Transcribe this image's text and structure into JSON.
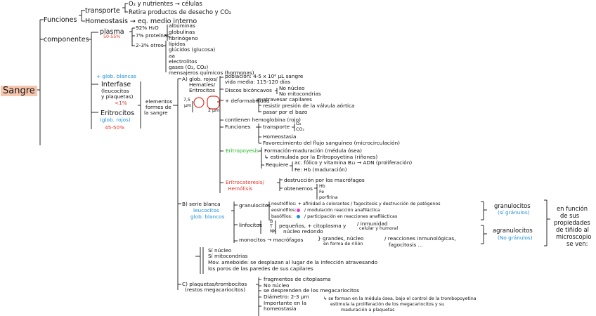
{
  "root": {
    "label": "Sangre"
  },
  "functions": {
    "label": "Funciones",
    "transporte": "transporte",
    "o2": "O₂ y nutrientes → células",
    "co2": "Retira productos de desecho y CO₂",
    "homeostasis": "Homeostasis → eq. medio interno"
  },
  "components": {
    "label": "componentes",
    "plasma": {
      "label": "plasma",
      "percent": "50-55%",
      "water": "92% H₂O",
      "proteins": "7% proteínas",
      "albumin": "albúminas",
      "globulins": "globulinas",
      "fibrinogen": "fibrinógeno",
      "others_pct": "2-3% otros",
      "lipids": "lípidos",
      "glucids": "glúcidos (glucosa)",
      "aa": "aa",
      "electrolytes": "electrolitos",
      "gases": "gases (O₂, CO₂)",
      "messengers": "mensajeros químicos (hormonas)"
    },
    "interface": {
      "glob_blancas": "+ glob. blancas",
      "label": "Interfase",
      "sub1": "(leucocitos",
      "sub2": "y plaquetas)",
      "pct": "<1%"
    },
    "erythrocytes": {
      "label": "Eritrocitos",
      "sub": "(glob. rojos)",
      "pct": "45-50%"
    },
    "formed": {
      "label1": "elementos",
      "label2": "formes de",
      "label3": "la sangre"
    }
  },
  "red": {
    "title1": "A) glob. rojos/",
    "title2": "Hematíes/",
    "title3": "Eritrocitos",
    "dim1": "7,5",
    "dim2": "µm",
    "dim3": "2 µm",
    "population": "población: 4-5 x 10⁶ µL sangre",
    "lifespan": "vida media: 115-120 días",
    "biconcave": "Discos bicóncavos",
    "no_nucleus": "No núcleo",
    "no_mito": "No mitocondrias",
    "deform": "+ deformabilidad",
    "d1": "atravesar capilares",
    "d2": "resistir presión de la válvula aórtica",
    "d3": "pasar por el bazo",
    "hemoglobin": "contienen hemoglobina (rojo)",
    "funciones": "Funciones",
    "transporte": "transporte",
    "o2": "O₂",
    "co2": "CO₂",
    "homeo": "Homeostasia",
    "flow": "Favorecimiento del flujo sanguíneo (microcirculación)",
    "eritropoyesis": "Eritropoyesis",
    "formation": "Formación-maduración (médula ósea)",
    "stimulated": "↳ estimulada por la Eritropoyetina (riñones)",
    "requires": "Requiere",
    "folic": "ac. fólico y vitamina B₁₂ → ADN (proliferación)",
    "fe": "Fe: Hb (maduración)",
    "eritrocateresis": "Eritrocateresis/",
    "hemolisis": "Hemólisis",
    "destruction": "destrucción por los macrófagos",
    "obtain": "obtenemos",
    "hb": "Hb",
    "fe2": "Fe",
    "porfirina": "porfirina"
  },
  "white": {
    "title": "B) serie blanca",
    "leuco": "leucocitos",
    "glob": "glob. blancos",
    "granulocitos": "granulocitos",
    "neutro": "neutrófilos: + afinidad a colorantes / fagocitosis y destrucción de patógenos",
    "eosino": "eosinófilos:",
    "eosino_fn": "/ modulación reacción anafiláctica",
    "baso": "basófilos:",
    "baso_fn": "/ participación en reacciones anafilácticas",
    "linfocitos": "linfocitos",
    "b": "B",
    "t": "T",
    "nk": "NK",
    "lin_fn1": "pequeños, + citoplasma y",
    "lin_fn2": "núcleo redondo",
    "immun1": "/ inmunidad",
    "immun2": "celular y humoral",
    "monocitos": "monocitos → macrófagos",
    "mono_fn1": "} grandes, núcleo",
    "mono_fn2": "en forma de riñón",
    "mono_fn3": "/ reacciones inmunológicas,",
    "mono_fn4": "fagocitosis ...",
    "si_nucleo": "Sí núcleo",
    "si_mito": "Sí mitocondrias",
    "mov1": "Mov. ameboide: se desplazan al lugar de la infección atravesando",
    "mov2": "los poros de las paredes de sus capilares",
    "granulocitos_r": "granulocitos",
    "si_gran": "(sí gránulos)",
    "agranulocitos": "agranulocitos",
    "no_gran": "(No gránulos)",
    "note1": "en función",
    "note2": "de sus",
    "note3": "propiedades",
    "note4": "de tiñido al",
    "note5": "microscopio",
    "note6": "se ven:"
  },
  "platelets": {
    "title1": "C) plaquetas/trombocitos",
    "title2": "(restos megacariocitos)",
    "frag": "fragmentos de citoplasma",
    "no_nucleus": "No núcleo",
    "detach": "se desprenden de los megacariocitos",
    "diameter": "Diámetro: 2-3 µm",
    "important1": "Importante en la",
    "important2": "homeostasia",
    "formed1": "↳ se forman en la médula ósea, bajo el control de la trombopoyetina",
    "formed2": "estimula la proliferación de los megacariocitos y su",
    "formed3": "maduración a plaquetas"
  },
  "colors": {
    "red": "#e0352b",
    "blue": "#1e8fd6",
    "green": "#1fb31f",
    "root_bg": "#f6c6ae",
    "pink": "#e63bd0"
  }
}
